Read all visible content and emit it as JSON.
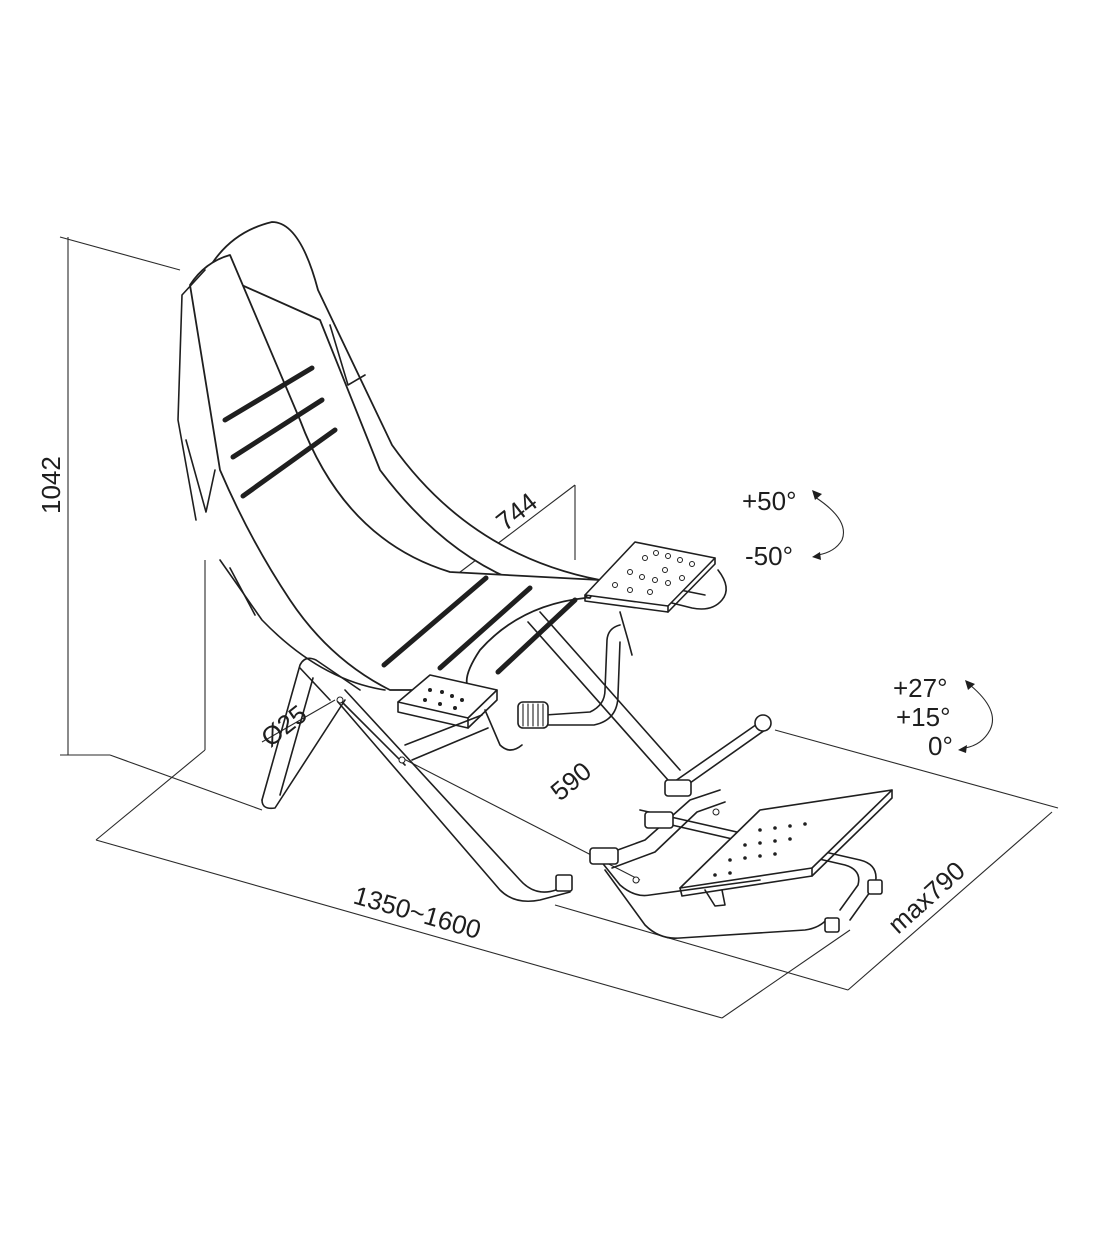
{
  "dimensions": {
    "height": "1042",
    "seat_width": "744",
    "tube_diameter": "Ø25",
    "length": "1350~1600",
    "pedal_distance": "590",
    "max_extension": "max790"
  },
  "angles": {
    "wheel_up": "+50°",
    "wheel_down": "-50°",
    "pedal_max": "+27°",
    "pedal_mid": "+15°",
    "pedal_min": "0°"
  }
}
